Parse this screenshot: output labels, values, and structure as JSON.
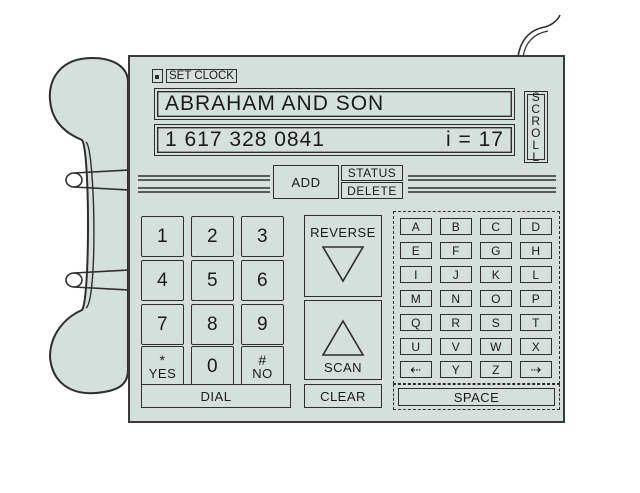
{
  "header": {
    "lock_glyph": "🔒",
    "set_clock_label": "SET CLOCK"
  },
  "display": {
    "name_line": "ABRAHAM AND SON",
    "phone_number": "1 617 328 0841",
    "index_label": "i = 17"
  },
  "scroll_button": {
    "label_chars": [
      "S",
      "C",
      "R",
      "O",
      "L",
      "L"
    ]
  },
  "function_buttons": {
    "add": "ADD",
    "status": "STATUS",
    "delete": "DELETE"
  },
  "keypad": {
    "rows": [
      [
        {
          "top": "",
          "main": "1"
        },
        {
          "top": "",
          "main": "2"
        },
        {
          "top": "",
          "main": "3"
        }
      ],
      [
        {
          "top": "",
          "main": "4"
        },
        {
          "top": "",
          "main": "5"
        },
        {
          "top": "",
          "main": "6"
        }
      ],
      [
        {
          "top": "",
          "main": "7"
        },
        {
          "top": "",
          "main": "8"
        },
        {
          "top": "",
          "main": "9"
        }
      ],
      [
        {
          "top": "*",
          "main": "YES"
        },
        {
          "top": "",
          "main": "0"
        },
        {
          "top": "#",
          "main": "NO"
        }
      ]
    ],
    "dial_label": "DIAL"
  },
  "search": {
    "reverse_label": "REVERSE",
    "scan_label": "SCAN",
    "clear_label": "CLEAR"
  },
  "alphabet": {
    "rows": [
      [
        "A",
        "B",
        "C",
        "D"
      ],
      [
        "E",
        "F",
        "G",
        "H"
      ],
      [
        "I",
        "J",
        "K",
        "L"
      ],
      [
        "M",
        "N",
        "O",
        "P"
      ],
      [
        "Q",
        "R",
        "S",
        "T"
      ],
      [
        "U",
        "V",
        "W",
        "X"
      ],
      [
        "⇠",
        "Y",
        "Z",
        "⇢"
      ]
    ],
    "space_label": "SPACE"
  },
  "colors": {
    "panel": "#d3e0dc",
    "ink": "#2e2e2e",
    "background": "#ffffff"
  }
}
